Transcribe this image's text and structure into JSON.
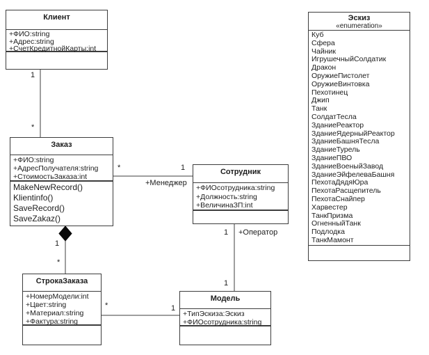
{
  "diagram": {
    "colors": {
      "line": "#3c3c3c",
      "background": "#ffffff",
      "box_fill": "#ffffff",
      "text": "#1c1c1c"
    },
    "classes": {
      "klient": {
        "name": "Клиент",
        "attributes": [
          "+ФИО:string",
          "+Адрес:string",
          "+СчетКредитнойКарты:int"
        ],
        "operations": []
      },
      "zakaz": {
        "name": "Заказ",
        "attributes": [
          "+ФИО:string",
          "+АдресПолучателя:string",
          "+СтоимостьЗаказа:int"
        ],
        "operations": [
          "MakeNewRecord()",
          "Klientinfo()",
          "SaveRecord()",
          "SaveZakaz()"
        ]
      },
      "sotrudnik": {
        "name": "Сотрудник",
        "attributes": [
          "+ФИОсотрудника:string",
          "+Должность:string",
          "+ВеличинаЗП:int"
        ],
        "operations": []
      },
      "strokazakaza": {
        "name": "СтрокаЗаказа",
        "attributes": [
          "+НомерМодели:int",
          "+Цвет:string",
          "+Материал:string",
          "+Фактура:string"
        ],
        "operations": []
      },
      "model": {
        "name": "Модель",
        "attributes": [
          "+ТипЭскиза:Эскиз",
          "+ФИОсотрудника:string"
        ],
        "operations": []
      },
      "eskiz": {
        "name": "Эскиз",
        "stereotype": "«enumeration»",
        "values": [
          "Куб",
          "Сфера",
          "Чайник",
          "ИгрушечныйСолдатик",
          "Дракон",
          "ОружиеПистолет",
          "ОружиеВинтовка",
          "Пехотинец",
          "Джип",
          "Танк",
          "СолдатТесла",
          "ЗданиеРеактор",
          "ЗданиеЯдерныйРеактор",
          "ЗданиеБашняТесла",
          "ЗданиеТурель",
          "ЗданиеПВО",
          "ЗданиеВоеныйЗавод",
          "ЗданиеЭйфелеваБашня",
          "ПехотаДядяЮра",
          "ПехотаРасщепитель",
          "ПехотаСнайпер",
          "Харвестер",
          "ТанкПризма",
          "ОгненныйТанк",
          "Подлодка",
          "ТанкМамонт"
        ]
      }
    },
    "associations": {
      "klient_zakaz": {
        "source": "Клиент",
        "target": "Заказ",
        "source_mult": "1",
        "target_mult": "*"
      },
      "zakaz_sotrudnik": {
        "source": "Заказ",
        "target": "Сотрудник",
        "source_mult": "*",
        "target_mult": "1",
        "target_role": "+Менеджер"
      },
      "zakaz_strokazakaza": {
        "type": "composition",
        "source": "Заказ",
        "target": "СтрокаЗаказа",
        "source_mult": "1",
        "target_mult": "*"
      },
      "sotrudnik_model": {
        "source": "Сотрудник",
        "target": "Модель",
        "source_mult": "1",
        "source_role": "+Оператор",
        "target_mult": "1"
      },
      "strokazakaza_model": {
        "source": "СтрокаЗаказа",
        "target": "Модель",
        "source_mult": "*",
        "target_mult": "1"
      }
    }
  }
}
